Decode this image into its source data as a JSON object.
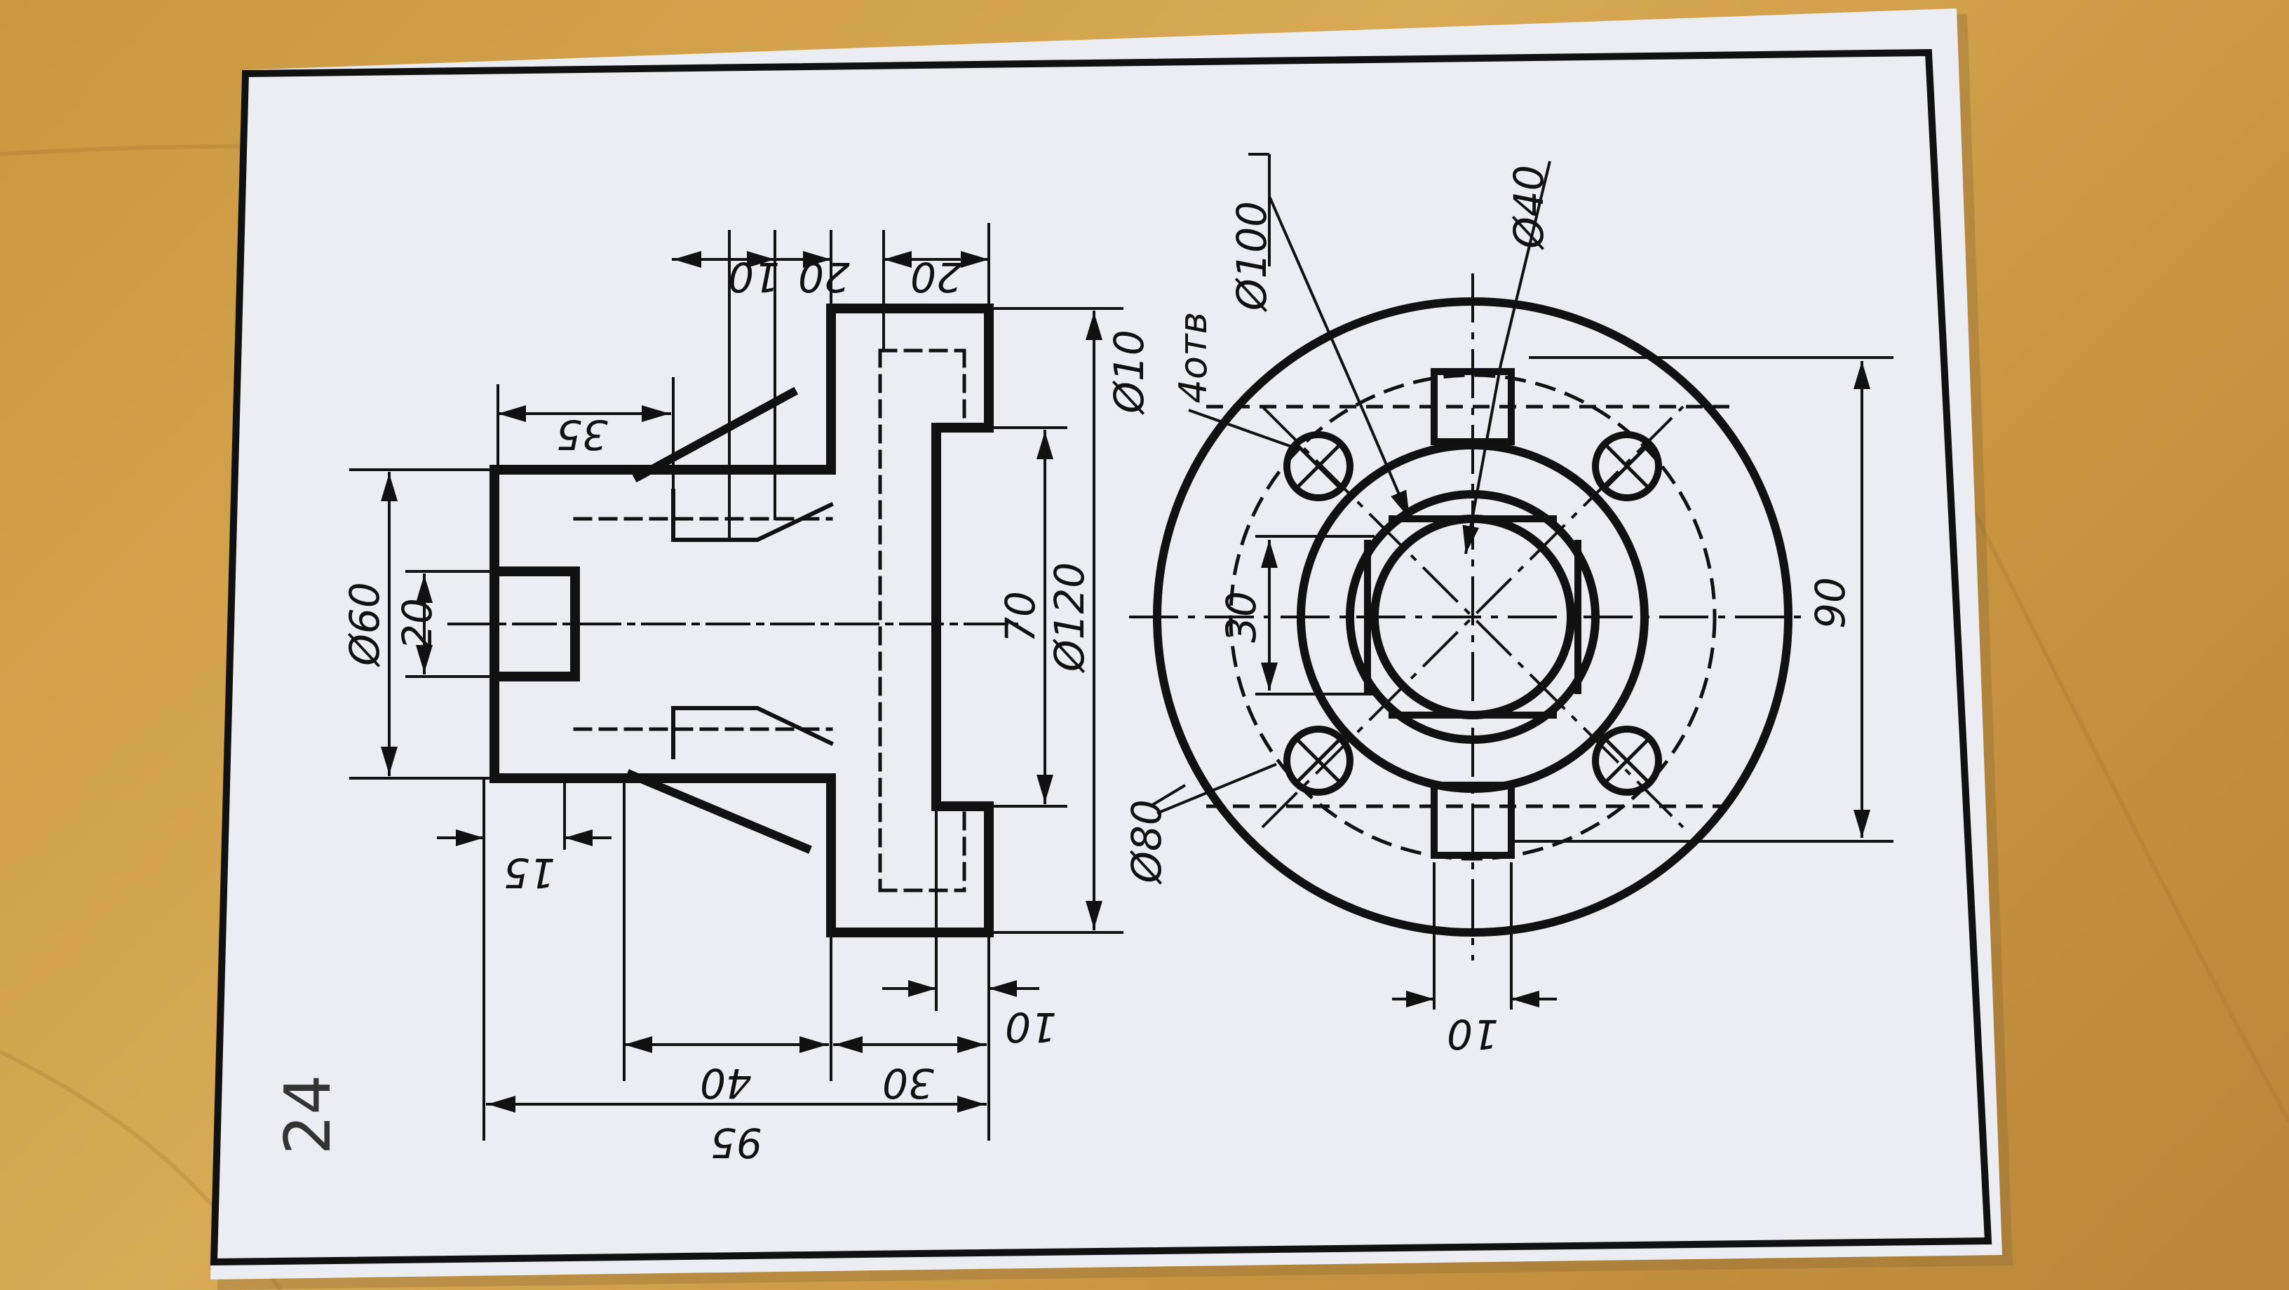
{
  "sheet": {
    "number": "24",
    "colors": {
      "paper": "#ecedf2",
      "ink": "#111111",
      "table": "#cf9f4a"
    }
  },
  "front_view": {
    "dims": {
      "d20_top_a": "20",
      "d10_top": "10",
      "d20_top_b": "20",
      "d35": "35",
      "d60": "Ø60",
      "d20_bore": "20",
      "d70": "70",
      "d120": "Ø120",
      "d15": "15",
      "d10_bottom": "10",
      "d40": "40",
      "d30": "30",
      "d95": "95"
    }
  },
  "side_view": {
    "dims": {
      "d10_holes": "Ø10",
      "holes_note": "4отв",
      "d100": "Ø100",
      "d40": "Ø40",
      "d80": "Ø80",
      "d30": "30",
      "d90": "90",
      "d10_slot": "10"
    }
  }
}
